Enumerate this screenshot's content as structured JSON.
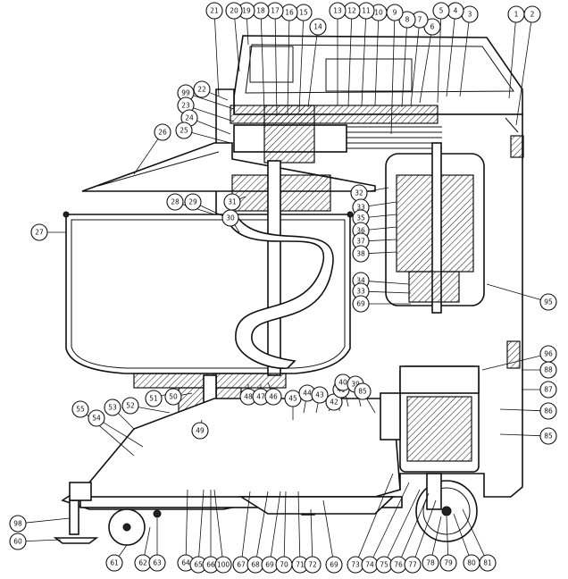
{
  "diagram": {
    "type": "exploded-cross-section",
    "colors": {
      "ink": "#111111",
      "paper": "#ffffff"
    },
    "callouts": [
      {
        "label": "1"
      },
      {
        "label": "2"
      },
      {
        "label": "3"
      },
      {
        "label": "4"
      },
      {
        "label": "5"
      },
      {
        "label": "6"
      },
      {
        "label": "7"
      },
      {
        "label": "8"
      },
      {
        "label": "9"
      },
      {
        "label": "10"
      },
      {
        "label": "11"
      },
      {
        "label": "12"
      },
      {
        "label": "13"
      },
      {
        "label": "14"
      },
      {
        "label": "15"
      },
      {
        "label": "16"
      },
      {
        "label": "17"
      },
      {
        "label": "18"
      },
      {
        "label": "19"
      },
      {
        "label": "20"
      },
      {
        "label": "21"
      },
      {
        "label": "22"
      },
      {
        "label": "99"
      },
      {
        "label": "23"
      },
      {
        "label": "24"
      },
      {
        "label": "25"
      },
      {
        "label": "26"
      },
      {
        "label": "27"
      },
      {
        "label": "28"
      },
      {
        "label": "29"
      },
      {
        "label": "30"
      },
      {
        "label": "31"
      },
      {
        "label": "32"
      },
      {
        "label": "33"
      },
      {
        "label": "35"
      },
      {
        "label": "36"
      },
      {
        "label": "37"
      },
      {
        "label": "38"
      },
      {
        "label": "34"
      },
      {
        "label": "33"
      },
      {
        "label": "69"
      },
      {
        "label": "95"
      },
      {
        "label": "96"
      },
      {
        "label": "88"
      },
      {
        "label": "87"
      },
      {
        "label": "86"
      },
      {
        "label": "85"
      },
      {
        "label": "51"
      },
      {
        "label": "50"
      },
      {
        "label": "52"
      },
      {
        "label": "53"
      },
      {
        "label": "55"
      },
      {
        "label": "54"
      },
      {
        "label": "49"
      },
      {
        "label": "48"
      },
      {
        "label": "47"
      },
      {
        "label": "46"
      },
      {
        "label": "45"
      },
      {
        "label": "44"
      },
      {
        "label": "43"
      },
      {
        "label": "42"
      },
      {
        "label": "41"
      },
      {
        "label": "40"
      },
      {
        "label": "39"
      },
      {
        "label": "85"
      },
      {
        "label": "98"
      },
      {
        "label": "60"
      },
      {
        "label": "61"
      },
      {
        "label": "62"
      },
      {
        "label": "63"
      },
      {
        "label": "64"
      },
      {
        "label": "65"
      },
      {
        "label": "66"
      },
      {
        "label": "100"
      },
      {
        "label": "67"
      },
      {
        "label": "68"
      },
      {
        "label": "69"
      },
      {
        "label": "70"
      },
      {
        "label": "71"
      },
      {
        "label": "72"
      },
      {
        "label": "69"
      },
      {
        "label": "73"
      },
      {
        "label": "74"
      },
      {
        "label": "75"
      },
      {
        "label": "76"
      },
      {
        "label": "77"
      },
      {
        "label": "78"
      },
      {
        "label": "79"
      },
      {
        "label": "80"
      },
      {
        "label": "81"
      }
    ]
  }
}
